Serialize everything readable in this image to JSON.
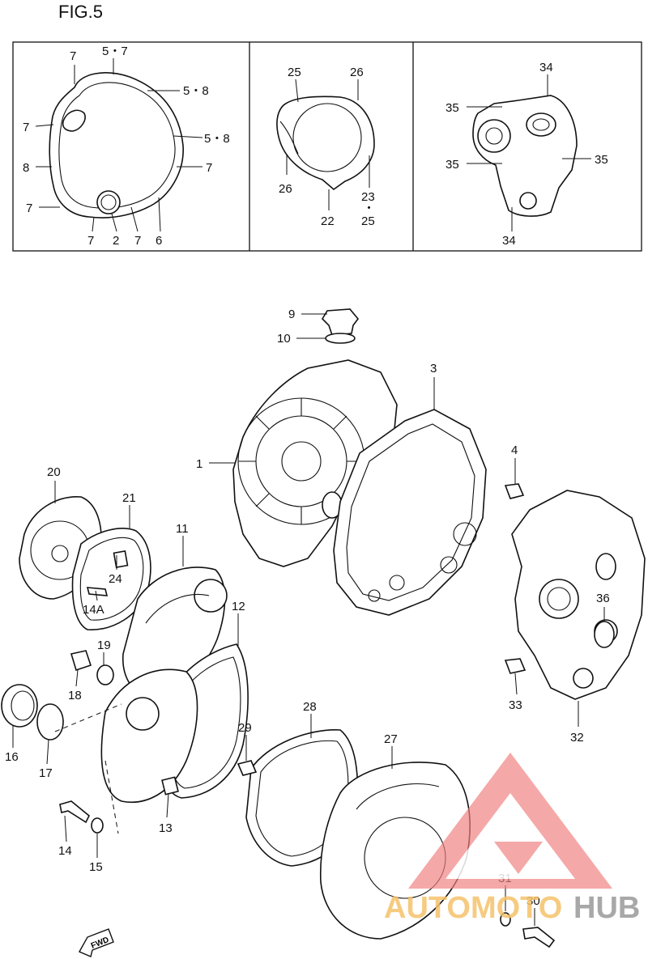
{
  "figure": {
    "title": "FIG.5"
  },
  "inset_left": {
    "labels": [
      "7",
      "5・7",
      "7",
      "5・8",
      "5・8",
      "8",
      "7",
      "7",
      "7",
      "2",
      "7",
      "6"
    ]
  },
  "inset_middle": {
    "labels": [
      "25",
      "26",
      "26",
      "23",
      "・",
      "25",
      "22"
    ]
  },
  "inset_right": {
    "labels": [
      "34",
      "35",
      "35",
      "35",
      "34"
    ]
  },
  "main": {
    "labels": [
      "9",
      "10",
      "3",
      "1",
      "4",
      "20",
      "21",
      "11",
      "24",
      "14A",
      "36",
      "12",
      "19",
      "18",
      "33",
      "32",
      "16",
      "17",
      "28",
      "27",
      "29",
      "13",
      "14",
      "15",
      "31",
      "30"
    ]
  },
  "fwd_badge": {
    "text": "FWD"
  },
  "watermark": {
    "text_part1": "AUTOMOTO",
    "text_part2": "HUB",
    "colors": {
      "logo": "#f08080",
      "text_orange": "#f5c26b",
      "text_gray": "#9a9a9a"
    }
  }
}
